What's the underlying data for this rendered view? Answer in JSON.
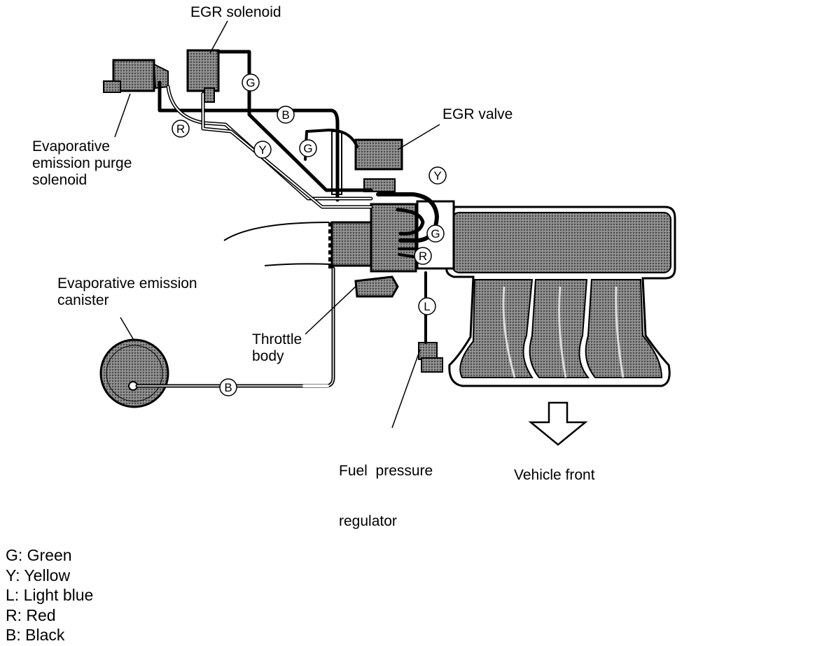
{
  "labels": {
    "egr_solenoid": "EGR solenoid",
    "egr_valve": "EGR valve",
    "purge_solenoid": [
      "Evaporative",
      "emission purge",
      "solenoid"
    ],
    "canister": [
      "Evaporative emission",
      "canister"
    ],
    "throttle_body": [
      "Throttle",
      "body"
    ],
    "fuel_pressure_regulator": [
      "Fuel  pressure",
      "regulator"
    ],
    "vehicle_front": "Vehicle front"
  },
  "hose_tags": {
    "g1": "G",
    "g2": "G",
    "g3": "G",
    "b1": "B",
    "b2": "B",
    "r1": "R",
    "r2": "R",
    "y1": "Y",
    "y2": "Y",
    "l1": "L"
  },
  "legend": [
    "G: Green",
    "Y: Yellow",
    "L: Light blue",
    "R: Red",
    "B: Black"
  ],
  "colors": {
    "line": "#000000",
    "shade": "#6e6e6e"
  }
}
